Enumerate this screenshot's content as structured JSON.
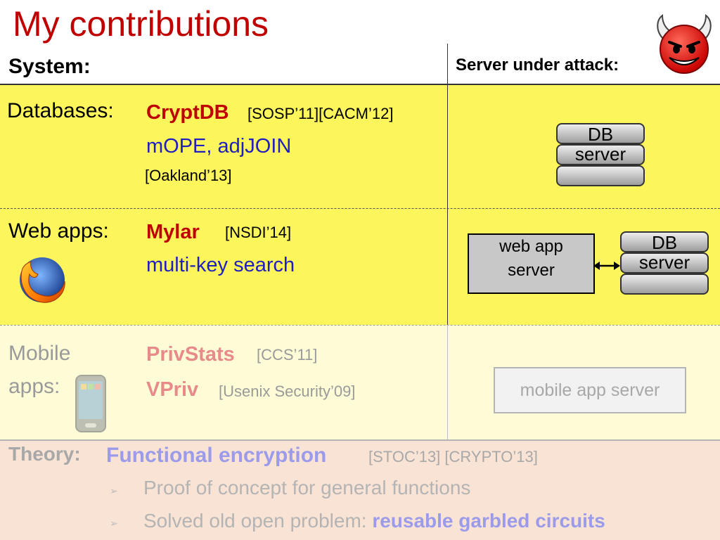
{
  "slide": {
    "title": "My contributions",
    "header_left": "System:",
    "header_right": "Server under attack:"
  },
  "databases": {
    "category": "Databases:",
    "project": "CryptDB",
    "project_refs": "[SOSP’11][CACM’12]",
    "subproject": "mOPE, adjJOIN",
    "subproject_ref": "[Oakland’13]",
    "diagram": {
      "db_label_1": "DB",
      "db_label_2": "server"
    }
  },
  "webapps": {
    "category": "Web apps:",
    "project": "Mylar",
    "project_ref": "[NSDI’14]",
    "subproject": "multi-key search",
    "diagram": {
      "app_server_line1": "web app",
      "app_server_line2": "server",
      "db_label_1": "DB",
      "db_label_2": "server"
    }
  },
  "mobile": {
    "category_line1": "Mobile",
    "category_line2": "apps:",
    "project": "PrivStats",
    "project_ref": "[CCS’11]",
    "project2": "VPriv",
    "project2_ref": "[Usenix Security’09]",
    "diagram": {
      "server_label": "mobile app server"
    }
  },
  "theory": {
    "label": "Theory:",
    "project": "Functional encryption",
    "project_refs": "[STOC’13] [CRYPTO’13]",
    "bullets": [
      {
        "text": "Proof of concept for general functions"
      },
      {
        "text": "Solved old open problem: ",
        "highlight": "reusable garbled circuits"
      }
    ]
  },
  "colors": {
    "title": "#c00000",
    "band_active": "#fdf55c",
    "band_mobile": "#fefbd7",
    "band_theory": "#f9e3d5",
    "subproject_blue": "#1f1fbf"
  },
  "icons": [
    "devil-icon",
    "firefox-icon",
    "smartphone-icon",
    "database-icon",
    "bidirectional-arrow-icon"
  ]
}
